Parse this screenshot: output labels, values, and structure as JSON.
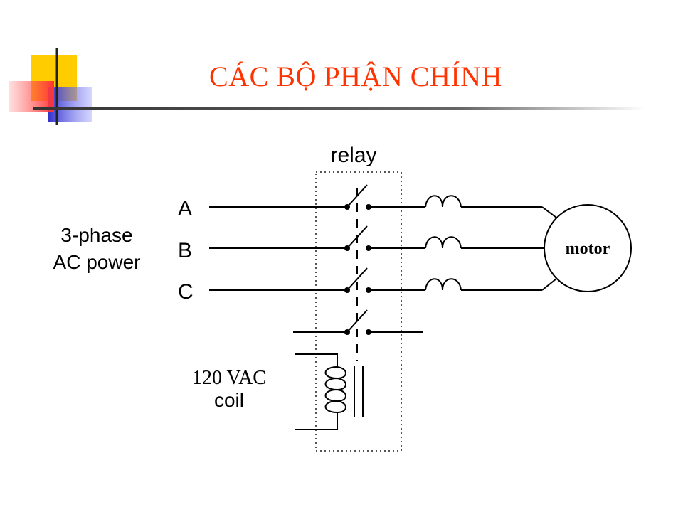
{
  "slide": {
    "title": "CÁC BỘ PHẬN CHÍNH"
  },
  "diagram": {
    "relay_label": "relay",
    "source_label_line1": "3-phase",
    "source_label_line2": "AC power",
    "phases": [
      "A",
      "B",
      "C"
    ],
    "coil_label_line1": "120 VAC",
    "coil_label_line2": "coil",
    "motor_label": "motor"
  },
  "colors": {
    "title": "#ff3300",
    "logo_yellow": "#ffcc00",
    "logo_red": "#ff3333",
    "logo_blue": "#3333cc",
    "rule": "#333333"
  }
}
